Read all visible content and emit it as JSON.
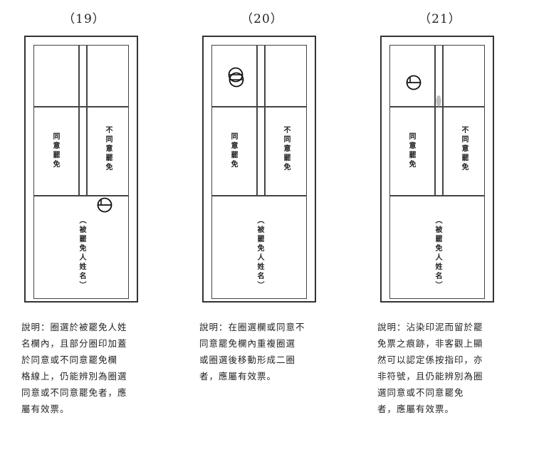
{
  "panels": [
    {
      "number": "（19）",
      "agree_label": "同意罷免",
      "disagree_label": "不同意罷免",
      "name_label": "（被罷免人姓名）",
      "note": "說明：圈選於被罷免人姓\n名欄內，且部分圈印加蓋\n於同意或不同意罷免欄\n格線上，仍能辨別為圈選\n同意或不同意罷免者，應\n屬有效票。"
    },
    {
      "number": "（20）",
      "agree_label": "同意罷免",
      "disagree_label": "不同意罷免",
      "name_label": "（被罷免人姓名）",
      "note": "說明：在圈選欄或同意不\n同意罷免欄內重複圈選\n或圈選後移動形成二圈\n者，應屬有效票。"
    },
    {
      "number": "（21）",
      "agree_label": "同意罷免",
      "disagree_label": "不同意罷免",
      "name_label": "（被罷免人姓名）",
      "note": "說明：沾染印泥而留於罷\n免票之痕跡，非客觀上顯\n然可以認定係按指印，亦\n非符號，且仍能辨別為圈\n選同意或不同意罷免\n者，應屬有效票。"
    }
  ],
  "stamp_icon": "circle-slash-stamp-icon"
}
